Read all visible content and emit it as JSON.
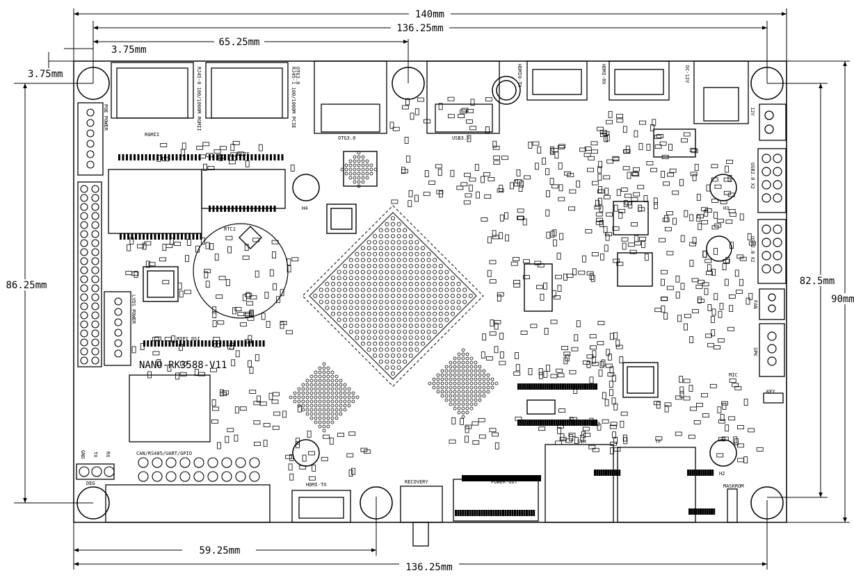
{
  "dimensions": {
    "total_width": "140mm",
    "hole_span_top": "136.25mm",
    "hole_span_bottom": "136.25mm",
    "offset_hole_mid_top": "65.25mm",
    "offset_hole_mid_bottom": "59.25mm",
    "edge_offset_x": "3.75mm",
    "edge_offset_y": "3.75mm",
    "hole_span_left": "86.25mm",
    "hole_span_right": "82.5mm",
    "total_height": "90mm"
  },
  "board": {
    "title": "NANO-RK3588-V11",
    "labels": {
      "rj45_0": "RJ45-0 100/1000M RGMII",
      "rj45_1": "RJ45-1 100/1000M PCIE",
      "rgmii": "RGMII",
      "pcie": "PCIE",
      "otg_top": "OTG3.0",
      "otg_bottom": "OTG3.0",
      "usb3": "USB3.0",
      "hdmi0": "HDMI0-TX",
      "hdmi_rx": "HDMI-RX",
      "dc12v": "DC-12V",
      "v12": "12V",
      "usb2_a": "USB2.0 X2",
      "usb2_b": "USB2.0 X2",
      "fan": "FAN",
      "spk": "SPK",
      "key": "KEY",
      "mic": "MIC",
      "poe_power": "POE POWER",
      "lvds_power": "LVDS POWER",
      "mipi_dsi": "MIPI DSI",
      "rtc": "RTC1",
      "h4": "H4",
      "h3": "H3",
      "h2": "H2",
      "can": "CAN/RS485/UART/GPIO",
      "gnd": "GND",
      "tx": "TX",
      "rx": "RX",
      "deg": "DEG",
      "hdmi_tx": "HDMI-TX",
      "recovery": "RECOVERY",
      "power_out": "POWER-OUT",
      "sim": "SIM",
      "tf": "TF",
      "maskrom": "MASKROM"
    }
  },
  "colors": {
    "line": "#000000",
    "background": "#ffffff"
  }
}
